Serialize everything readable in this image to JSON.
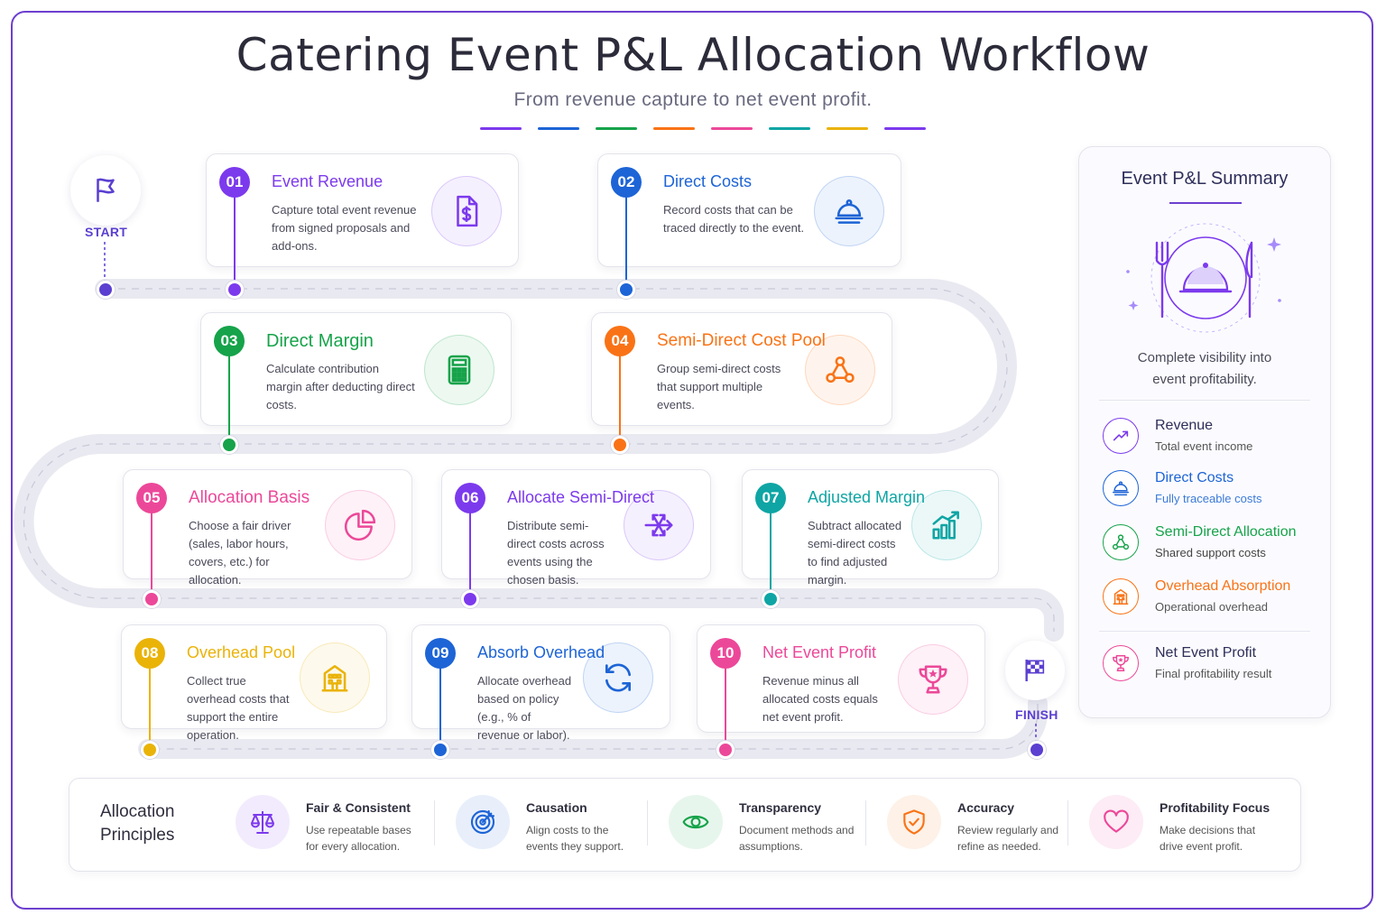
{
  "title": "Catering Event P&L Allocation Workflow",
  "subtitle": "From revenue capture to net event profit.",
  "accent_colors": [
    "#7c3aed",
    "#1d64d6",
    "#16a34a",
    "#f97316",
    "#ec4899",
    "#0ea5a4",
    "#eab308",
    "#7c3aed"
  ],
  "start_label": "START",
  "finish_label": "FINISH",
  "steps": [
    {
      "num": "01",
      "title": "Event Revenue",
      "desc": "Capture total event revenue from signed proposals and add-ons.",
      "color": "#7c3aed",
      "icon": "invoice-dollar-icon"
    },
    {
      "num": "02",
      "title": "Direct Costs",
      "desc": "Record costs that can be traced directly to the event.",
      "color": "#1d64d6",
      "icon": "cloche-icon"
    },
    {
      "num": "03",
      "title": "Direct Margin",
      "desc": "Calculate contribution margin after deducting direct costs.",
      "color": "#16a34a",
      "icon": "calculator-icon"
    },
    {
      "num": "04",
      "title": "Semi-Direct Cost Pool",
      "desc": "Group semi-direct costs that support multiple events.",
      "color": "#f97316",
      "icon": "network-icon"
    },
    {
      "num": "05",
      "title": "Allocation Basis",
      "desc": "Choose a fair driver (sales, labor hours, covers, etc.) for allocation.",
      "color": "#ec4899",
      "icon": "pie-chart-icon"
    },
    {
      "num": "06",
      "title": "Allocate Semi-Direct",
      "desc": "Distribute semi-direct costs across events using the chosen basis.",
      "color": "#7c3aed",
      "icon": "split-arrows-icon"
    },
    {
      "num": "07",
      "title": "Adjusted Margin",
      "desc": "Subtract allocated semi-direct costs to find adjusted margin.",
      "color": "#0ea5a4",
      "icon": "growth-chart-icon"
    },
    {
      "num": "08",
      "title": "Overhead Pool",
      "desc": "Collect true overhead costs that support the entire operation.",
      "color": "#eab308",
      "icon": "building-icon"
    },
    {
      "num": "09",
      "title": "Absorb Overhead",
      "desc": "Allocate overhead based on policy (e.g., % of revenue or labor).",
      "color": "#1d64d6",
      "icon": "refresh-icon"
    },
    {
      "num": "10",
      "title": "Net Event Profit",
      "desc": "Revenue minus all allocated costs equals net event profit.",
      "color": "#ec4899",
      "icon": "trophy-icon"
    }
  ],
  "summary": {
    "title": "Event P&L Summary",
    "desc": "Complete visibility into event profitability.",
    "items": [
      {
        "name": "Revenue",
        "sub": "Total event income",
        "color": "#7c3aed",
        "icon": "trend-up-icon"
      },
      {
        "name": "Direct Costs",
        "sub": "Fully traceable costs",
        "color": "#1d64d6",
        "icon": "cloche-icon"
      },
      {
        "name": "Semi-Direct Allocation",
        "sub": "Shared support costs",
        "color": "#16a34a",
        "icon": "network-icon"
      },
      {
        "name": "Overhead Absorption",
        "sub": "Operational overhead",
        "color": "#f97316",
        "icon": "building-icon"
      },
      {
        "name": "Net Event Profit",
        "sub": "Final profitability result",
        "color": "#ec4899",
        "icon": "trophy-icon"
      }
    ]
  },
  "principles": {
    "title": "Allocation Principles",
    "items": [
      {
        "name": "Fair & Consistent",
        "desc": "Use repeatable bases for every allocation.",
        "color": "#7c3aed",
        "icon": "scales-icon"
      },
      {
        "name": "Causation",
        "desc": "Align costs to the events they support.",
        "color": "#1d64d6",
        "icon": "target-icon"
      },
      {
        "name": "Transparency",
        "desc": "Document methods and assumptions.",
        "color": "#16a34a",
        "icon": "eye-icon"
      },
      {
        "name": "Accuracy",
        "desc": "Review regularly and refine as needed.",
        "color": "#f97316",
        "icon": "shield-check-icon"
      },
      {
        "name": "Profitability Focus",
        "desc": "Make decisions that drive event profit.",
        "color": "#ec4899",
        "icon": "heart-icon"
      }
    ]
  }
}
